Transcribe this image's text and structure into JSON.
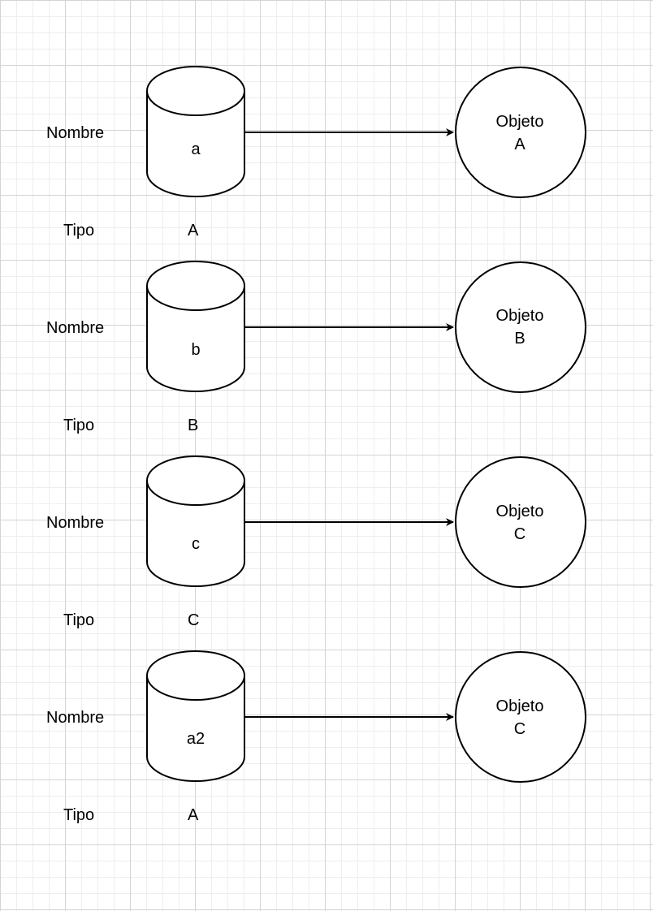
{
  "colors": {
    "stroke": "#000000",
    "fill": "#ffffff",
    "grid_major": "#d4d4d4",
    "grid_minor": "#eeeeee"
  },
  "rows": [
    {
      "nombre_label": "Nombre",
      "variable": "a",
      "tipo_label": "Tipo",
      "tipo_value": "A",
      "object_line1": "Objeto",
      "object_line2": "A"
    },
    {
      "nombre_label": "Nombre",
      "variable": "b",
      "tipo_label": "Tipo",
      "tipo_value": "B",
      "object_line1": "Objeto",
      "object_line2": "B"
    },
    {
      "nombre_label": "Nombre",
      "variable": "c",
      "tipo_label": "Tipo",
      "tipo_value": "C",
      "object_line1": "Objeto",
      "object_line2": "C"
    },
    {
      "nombre_label": "Nombre",
      "variable": "a2",
      "tipo_label": "Tipo",
      "tipo_value": "A",
      "object_line1": "Objeto",
      "object_line2": "C"
    }
  ]
}
